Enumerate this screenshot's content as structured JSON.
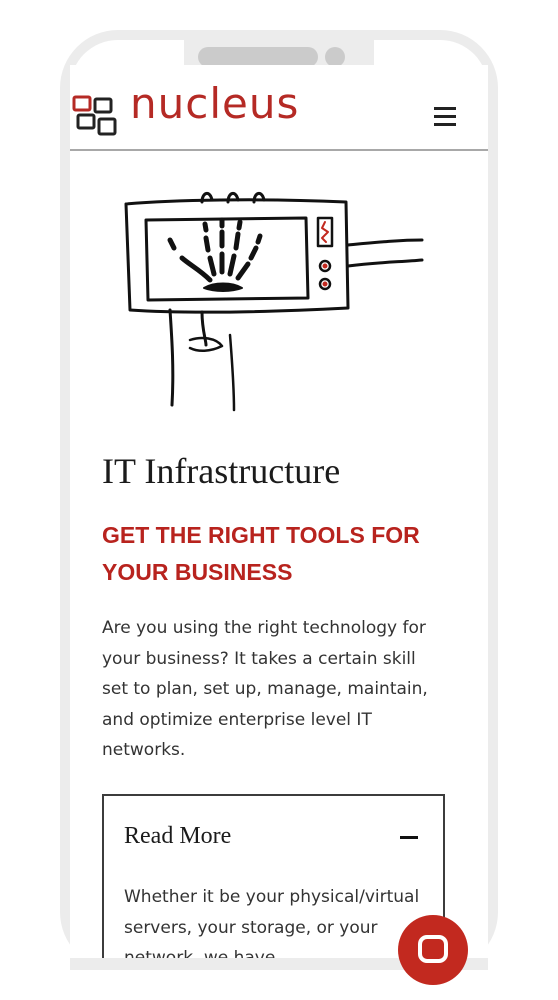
{
  "header": {
    "logo_text": "nucleus",
    "menu_icon": "hamburger-menu-icon"
  },
  "hero": {
    "illustration_icon": "xray-hand-scanner-illustration"
  },
  "content": {
    "title": "IT Infrastructure",
    "subtitle": "GET THE RIGHT TOOLS FOR YOUR BUSINESS",
    "body": "Are you using the right technology for your business? It takes a certain skill set to plan, set up, manage, maintain, and optimize enterprise level IT networks."
  },
  "accordion": {
    "title": "Read More",
    "toggle_icon": "minus-icon",
    "body": "Whether it be your physical/virtual servers, your storage, or your network, we have"
  },
  "chat": {
    "icon": "chat-bubble-icon"
  },
  "colors": {
    "brand_red": "#b52a25",
    "subtitle_red": "#b8231e",
    "text": "#333333",
    "frame": "#ececec"
  }
}
